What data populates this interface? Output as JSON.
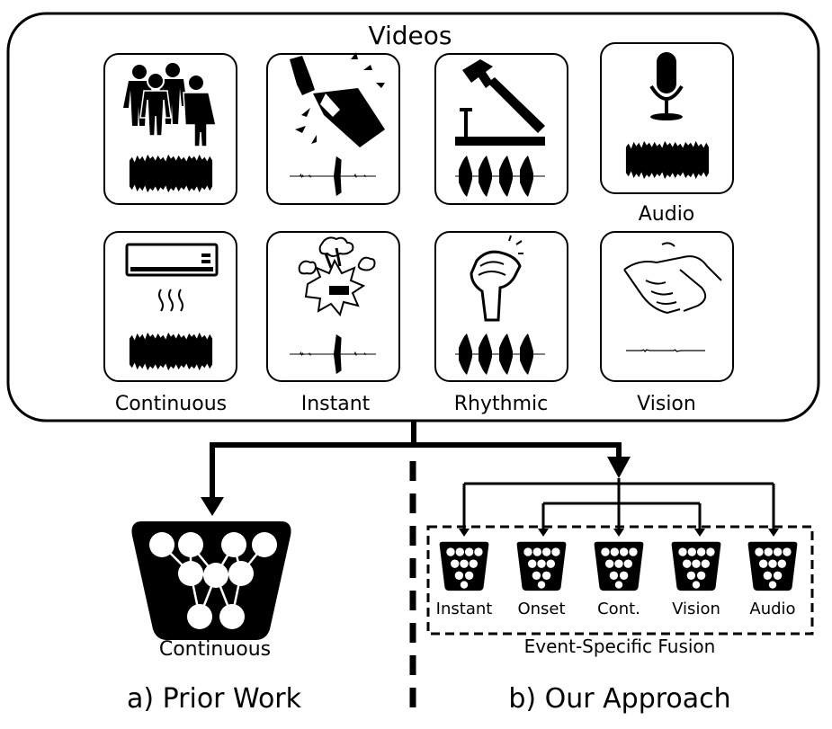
{
  "header": {
    "title": "Videos"
  },
  "cards": {
    "row1": [
      {
        "icon": "crowd-icon",
        "waveform": "continuous"
      },
      {
        "icon": "breaking-bottle-icon",
        "waveform": "instant"
      },
      {
        "icon": "hammer-nail-icon",
        "waveform": "rhythmic"
      },
      {
        "icon": "microphone-icon",
        "waveform": "continuous",
        "label": "Audio"
      }
    ],
    "row2": [
      {
        "icon": "air-conditioner-icon",
        "waveform": "continuous",
        "label": "Continuous"
      },
      {
        "icon": "explosion-icon",
        "waveform": "instant",
        "label": "Instant"
      },
      {
        "icon": "finger-snap-icon",
        "waveform": "rhythmic",
        "label": "Rhythmic"
      },
      {
        "icon": "handshake-icon",
        "waveform": "flat",
        "label": "Vision"
      }
    ]
  },
  "prior": {
    "network_label": "Continuous",
    "caption": "a) Prior Work"
  },
  "ours": {
    "networks": [
      "Instant",
      "Onset",
      "Cont.",
      "Vision",
      "Audio"
    ],
    "group_label": "Event-Specific Fusion",
    "caption": "b) Our Approach"
  }
}
